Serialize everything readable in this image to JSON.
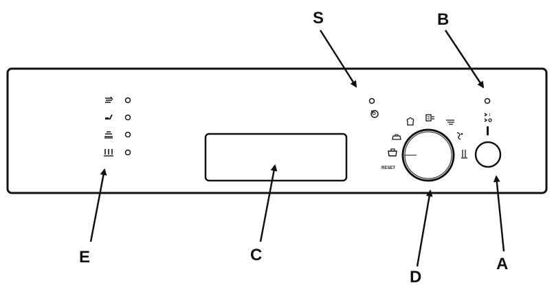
{
  "callouts": {
    "s": "S",
    "b": "B",
    "e": "E",
    "c": "C",
    "d": "D",
    "a": "A"
  },
  "dial": {
    "reset_label": "RESET"
  },
  "indicator_icons": [
    "pots-icon",
    "pan-icon",
    "dishes-icon",
    "glasses-icon"
  ],
  "colors": {
    "outline": "#111111",
    "background": "#ffffff"
  }
}
